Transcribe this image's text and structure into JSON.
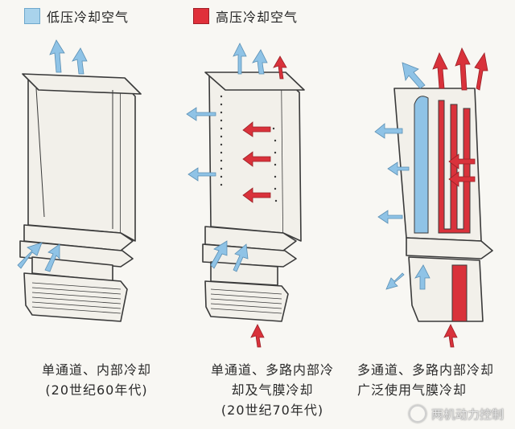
{
  "legend": {
    "low": {
      "label": "低压冷却空气",
      "color": "#a9d3ec"
    },
    "high": {
      "label": "高压冷却空气",
      "color": "#e0303a"
    }
  },
  "captions": [
    {
      "text": "单通道、内部冷却\n(20世纪60年代)"
    },
    {
      "text": "单通道、多路内部冷\n却及气膜冷却\n(20世纪70年代)"
    },
    {
      "text": "多通道、多路内部冷却\n广泛使用气膜冷却"
    }
  ],
  "watermark": {
    "text": "两机动力控制"
  },
  "colors": {
    "outline": "#3a3a3a",
    "blade_fill": "#f2f0ea",
    "low": "#8fc3e6",
    "high": "#d9323b"
  }
}
